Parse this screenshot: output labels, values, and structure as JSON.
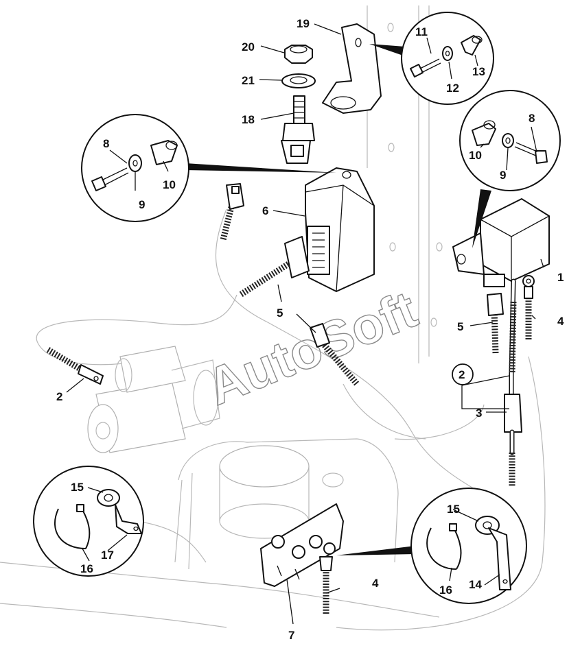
{
  "watermark": "AutoSoft",
  "labels": {
    "l1": "1",
    "l2": "2",
    "l3": "3",
    "l4a": "4",
    "l4b": "4",
    "l5a": "5",
    "l5b": "5",
    "l6": "6",
    "l7": "7",
    "l8a": "8",
    "l8b": "8",
    "l9a": "9",
    "l9b": "9",
    "l10a": "10",
    "l10b": "10",
    "l11": "11",
    "l12": "12",
    "l13": "13",
    "l14": "14",
    "l15a": "15",
    "l15b": "15",
    "l16a": "16",
    "l16b": "16",
    "l17": "17",
    "l18": "18",
    "l19": "19",
    "l20": "20",
    "l21": "21"
  },
  "colors": {
    "line": "#111111",
    "ghost": "#b8b8b8",
    "background": "#ffffff"
  }
}
